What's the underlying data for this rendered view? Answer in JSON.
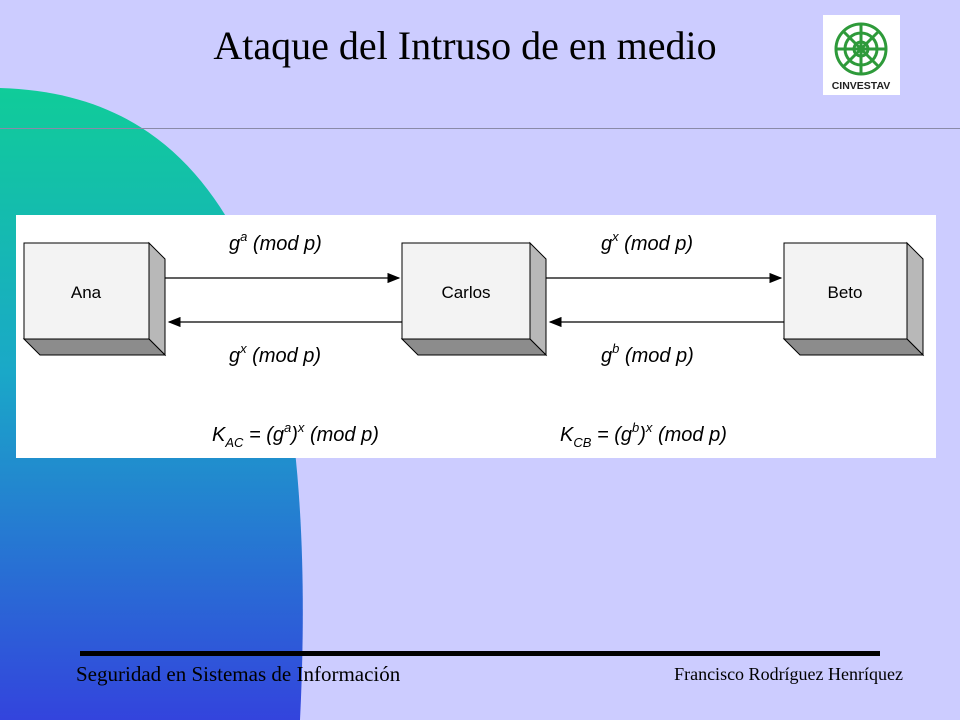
{
  "slide": {
    "title": "Ataque del Intruso de en medio",
    "logo_text": "CINVESTAV",
    "footer_left": "Seguridad en Sistemas de Información",
    "footer_right": "Francisco Rodríguez Henríquez"
  },
  "diagram": {
    "nodes": {
      "left": "Ana",
      "center": "Carlos",
      "right": "Beto"
    },
    "messages": {
      "ana_to_carlos": {
        "base": "g",
        "exp": "a",
        "mod": " (mod p)"
      },
      "carlos_to_ana": {
        "base": "g",
        "exp": "x",
        "mod": " (mod p)"
      },
      "carlos_to_beto": {
        "base": "g",
        "exp": "x",
        "mod": " (mod p)"
      },
      "beto_to_carlos": {
        "base": "g",
        "exp": "b",
        "mod": " (mod p)"
      }
    },
    "keys": {
      "kac": {
        "k": "K",
        "sub": "AC",
        "eq": " = (g",
        "exp1": "a",
        "paren": ")",
        "exp2": "x",
        "mod": " (mod p)"
      },
      "kcb": {
        "k": "K",
        "sub": "CB",
        "eq": " = (g",
        "exp1": "b",
        "paren": ")",
        "exp2": "x",
        "mod": " (mod p)"
      }
    }
  },
  "colors": {
    "slide_background": "#ccccff",
    "accent_green": "#10cc99",
    "accent_blue": "#3344dd",
    "logo_green": "#2e9a3a"
  }
}
